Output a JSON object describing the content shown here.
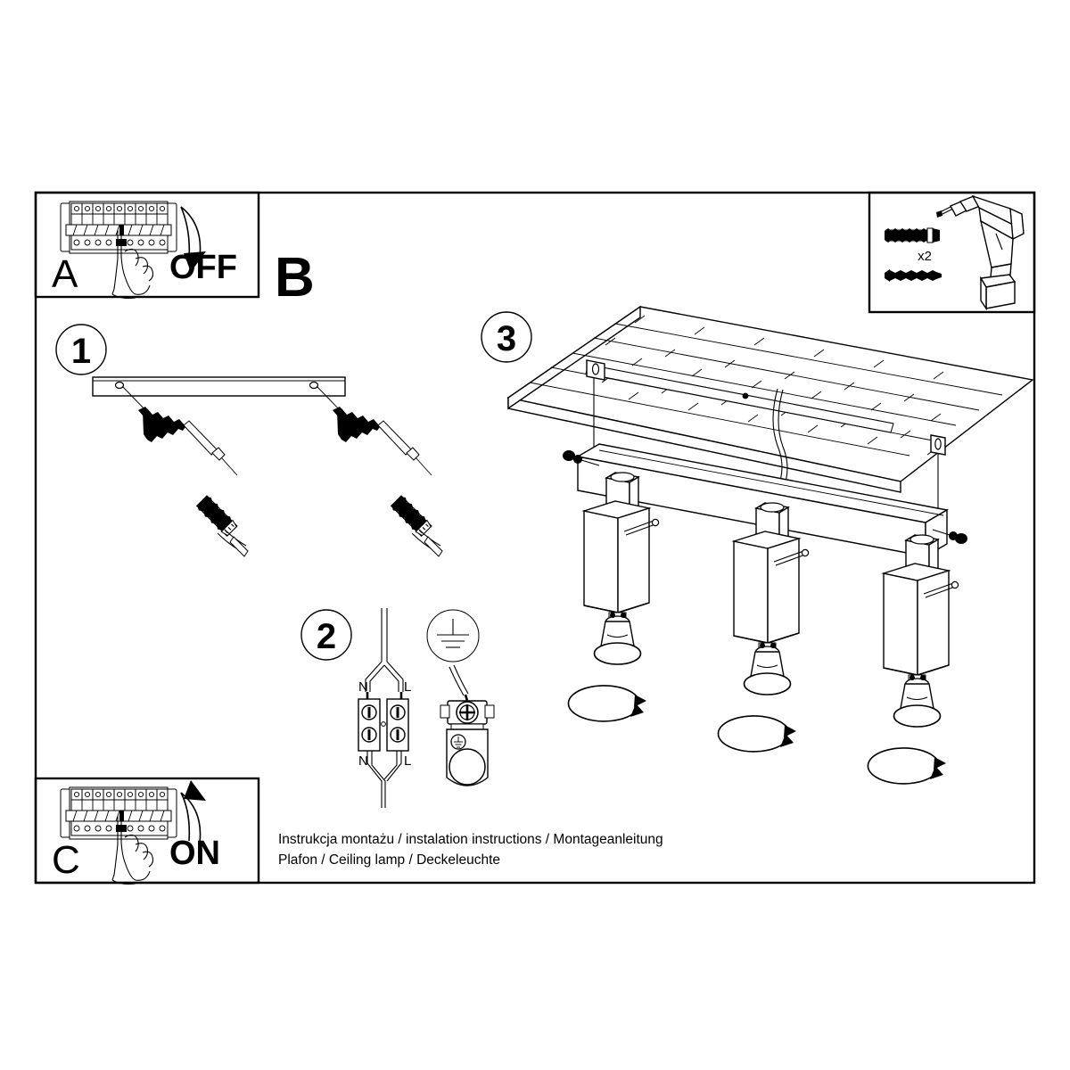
{
  "document": {
    "kind": "installation-instruction-sheet",
    "caption_line_1": "Instrukcja montażu / instalation instructions / Montageanleitung",
    "caption_line_2": "Plafon / Ceiling lamp / Deckeleuchte"
  },
  "sections": {
    "a": {
      "label": "A",
      "action_text": "OFF",
      "icon_breaker": "circuit-breaker-panel-icon",
      "icon_hand": "hand-pointing-icon",
      "icon_arrow": "curved-arrow-down-icon"
    },
    "b": {
      "label": "B"
    },
    "c": {
      "label": "C",
      "action_text": "ON",
      "icon_breaker": "circuit-breaker-panel-icon",
      "icon_hand": "hand-pointing-icon",
      "icon_arrow": "curved-arrow-up-icon"
    }
  },
  "tools": {
    "quantity_label": "x2",
    "items": [
      {
        "name": "wall-plug-icon"
      },
      {
        "name": "screw-icon"
      },
      {
        "name": "power-drill-icon"
      }
    ]
  },
  "steps": [
    {
      "number": "1",
      "name": "mount-bracket-step",
      "icon": "mounting-bar-icon"
    },
    {
      "number": "2",
      "name": "wiring-step",
      "terminal_labels_top": {
        "neutral": "N",
        "live": "L"
      },
      "terminal_labels_bottom": {
        "neutral": "N",
        "live": "L"
      },
      "icon_earth": "earth-ground-symbol-icon",
      "icon_terminal_block": "terminal-block-icon",
      "icon_ground_bracket": "ground-bracket-icon"
    },
    {
      "number": "3",
      "name": "fit-lamp-step",
      "icon_ceiling": "brick-ceiling-icon",
      "icon_lamp": "triple-spot-ceiling-lamp-icon",
      "spot_count": 3,
      "icon_rotation": "rotation-arrow-icon"
    }
  ],
  "colors": {
    "ink": "#000000",
    "paper": "#ffffff"
  }
}
